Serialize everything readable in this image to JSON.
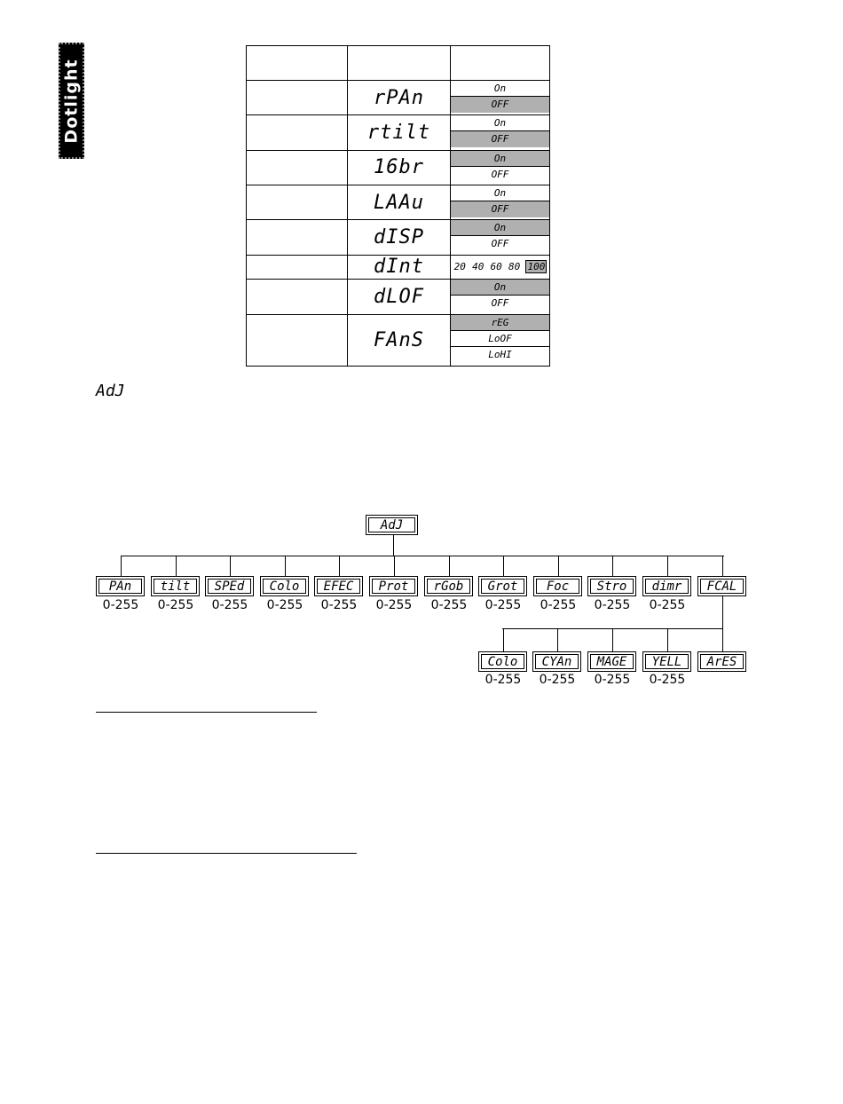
{
  "logo": {
    "text": "Dotlight"
  },
  "settings_table": {
    "headers": [
      "",
      "",
      ""
    ],
    "rows": [
      {
        "code": "rPAn",
        "options": [
          {
            "label": "On",
            "selected": false
          },
          {
            "label": "OFF",
            "selected": true
          }
        ]
      },
      {
        "code": "rtilt",
        "options": [
          {
            "label": "On",
            "selected": false
          },
          {
            "label": "OFF",
            "selected": true
          }
        ]
      },
      {
        "code": "16br",
        "options": [
          {
            "label": "On",
            "selected": true
          },
          {
            "label": "OFF",
            "selected": false
          }
        ]
      },
      {
        "code": "LAAu",
        "options": [
          {
            "label": "On",
            "selected": false
          },
          {
            "label": "OFF",
            "selected": true
          }
        ]
      },
      {
        "code": "dISP",
        "options": [
          {
            "label": "On",
            "selected": true
          },
          {
            "label": "OFF",
            "selected": false
          }
        ]
      },
      {
        "code": "dInt",
        "scale": [
          {
            "label": "20",
            "selected": false
          },
          {
            "label": "40",
            "selected": false
          },
          {
            "label": "60",
            "selected": false
          },
          {
            "label": "80",
            "selected": false
          },
          {
            "label": "100",
            "selected": true
          }
        ]
      },
      {
        "code": "dLOF",
        "options": [
          {
            "label": "On",
            "selected": true
          },
          {
            "label": "OFF",
            "selected": false
          }
        ]
      },
      {
        "code": "FAnS",
        "options": [
          {
            "label": "rEG",
            "selected": true
          },
          {
            "label": "LoOF",
            "selected": false
          },
          {
            "label": "LoHI",
            "selected": false
          }
        ]
      }
    ]
  },
  "adj_heading": "AdJ",
  "tree": {
    "root": "AdJ",
    "level1": [
      {
        "label": "PAn",
        "range": "0-255"
      },
      {
        "label": "tilt",
        "range": "0-255"
      },
      {
        "label": "SPEd",
        "range": "0-255"
      },
      {
        "label": "Colo",
        "range": "0-255"
      },
      {
        "label": "EFEC",
        "range": "0-255"
      },
      {
        "label": "Prot",
        "range": "0-255"
      },
      {
        "label": "rGob",
        "range": "0-255"
      },
      {
        "label": "Grot",
        "range": "0-255"
      },
      {
        "label": "Foc",
        "range": "0-255"
      },
      {
        "label": "Stro",
        "range": "0-255"
      },
      {
        "label": "dimr",
        "range": "0-255"
      },
      {
        "label": "FCAL",
        "range": ""
      }
    ],
    "level2": [
      {
        "label": "Colo",
        "range": "0-255"
      },
      {
        "label": "CYAn",
        "range": "0-255"
      },
      {
        "label": "MAGE",
        "range": "0-255"
      },
      {
        "label": "YELL",
        "range": "0-255"
      },
      {
        "label": "ArES",
        "range": ""
      }
    ]
  }
}
